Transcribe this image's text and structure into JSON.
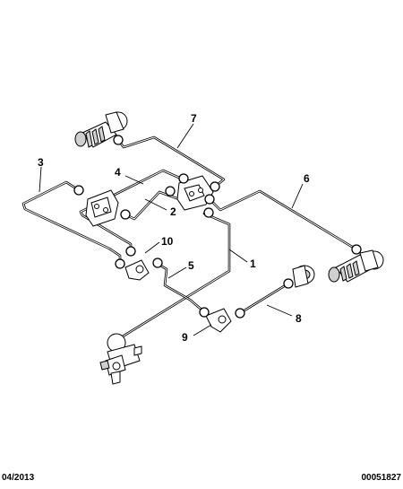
{
  "callouts": [
    {
      "id": "1",
      "text": "1"
    },
    {
      "id": "2",
      "text": "2"
    },
    {
      "id": "3",
      "text": "3"
    },
    {
      "id": "4",
      "text": "4"
    },
    {
      "id": "5",
      "text": "5"
    },
    {
      "id": "6",
      "text": "6"
    },
    {
      "id": "7",
      "text": "7"
    },
    {
      "id": "8",
      "text": "8"
    },
    {
      "id": "9",
      "text": "9"
    },
    {
      "id": "10",
      "text": "10"
    }
  ],
  "footer": {
    "date": "04/2013",
    "code": "00051827"
  },
  "icons": {
    "wheel_cylinder_top": "wheel-cylinder-icon",
    "wheel_cylinder_right": "wheel-cylinder-icon",
    "caliper_right": "brake-caliper-icon",
    "master_cylinder": "master-cylinder-icon",
    "compensator": "brake-compensator-icon",
    "union_10": "union-tee-icon",
    "union_9": "union-tee-icon"
  }
}
